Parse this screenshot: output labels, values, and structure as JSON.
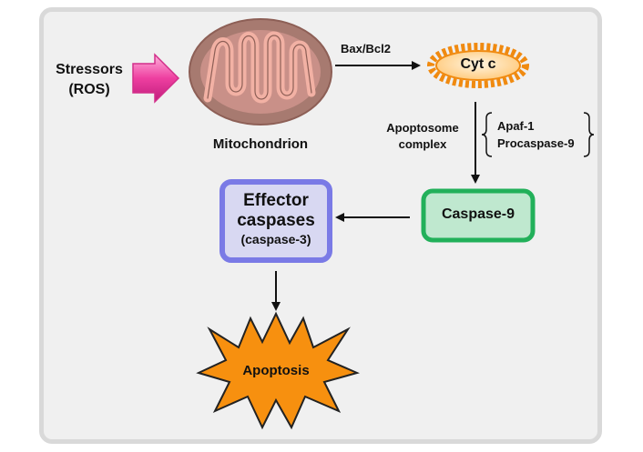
{
  "stressors": {
    "line1": "Stressors",
    "line2": "(ROS)"
  },
  "mitochondrion": {
    "label": "Mitochondrion"
  },
  "bax_bcl2": {
    "label": "Bax/Bcl2"
  },
  "cyt_c": {
    "label": "Cyt c"
  },
  "apoptosome": {
    "line1": "Apoptosome",
    "line2": "complex"
  },
  "apaf_bracket": {
    "line1": "Apaf-1",
    "line2": "Procaspase-9"
  },
  "caspase9": {
    "label": "Caspase-9"
  },
  "effector": {
    "line1": "Effector",
    "line2": "caspases",
    "line3": "(caspase-3)"
  },
  "apoptosis": {
    "label": "Apoptosis"
  },
  "colors": {
    "panel_bg": "#f0f0f0",
    "stress_arrow": "#ee3fa0",
    "mito_outer": "#a77a70",
    "mito_inner": "#f2b1a4",
    "cyt_c_fill": "#ffd89a",
    "cyt_c_border": "#f08a10",
    "caspase9_fill": "#bfe8cf",
    "caspase9_border": "#22b05a",
    "effector_fill": "#d8d8f2",
    "effector_border": "#7a7ae6",
    "apoptosis_fill": "#f7900f"
  }
}
